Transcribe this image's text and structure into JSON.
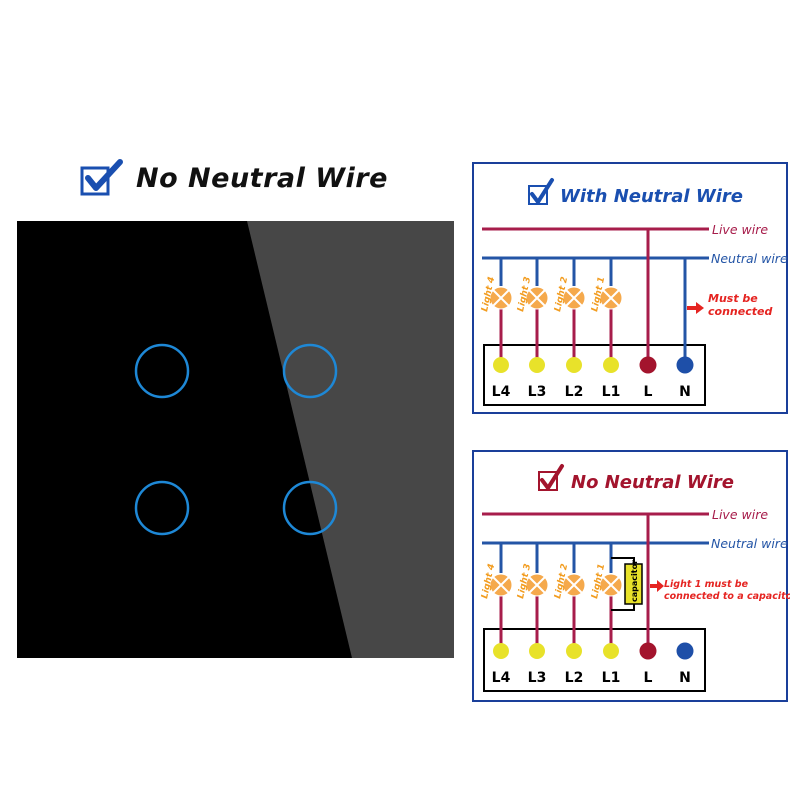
{
  "main_heading": "No Neutral Wire",
  "colors": {
    "live": "#a71d4b",
    "neutral": "#2455a6",
    "lamp": "#f5a94c",
    "terminal_yellow": "#e8e22a",
    "terminal_live": "#a3142d",
    "terminal_neutral": "#1e4fa8",
    "note": "#e52421",
    "ring": "#1e88d6"
  },
  "diagram1": {
    "title": "With Neutral Wire",
    "live_label": "Live wire",
    "neutral_label": "Neutral wire",
    "lights": [
      "Light 4",
      "Light 3",
      "Light 2",
      "Light 1"
    ],
    "terminals": [
      "L4",
      "L3",
      "L2",
      "L1",
      "L",
      "N"
    ],
    "note_line1": "Must be",
    "note_line2": "connected"
  },
  "diagram2": {
    "title": "No Neutral Wire",
    "live_label": "Live wire",
    "neutral_label": "Neutral wire",
    "lights": [
      "Light 4",
      "Light 3",
      "Light 2",
      "Light 1"
    ],
    "terminals": [
      "L4",
      "L3",
      "L2",
      "L1",
      "L",
      "N"
    ],
    "capacitor": "capacitor",
    "note_line1": "Light 1 must be",
    "note_line2": "connected to a capacitor"
  }
}
